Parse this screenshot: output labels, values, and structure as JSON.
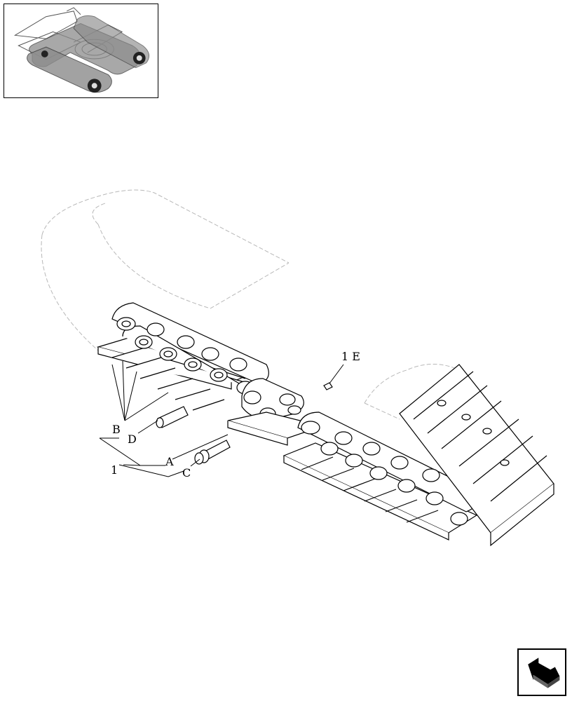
{
  "callouts": {
    "ref_1e": "1 E",
    "ref_b": "B",
    "ref_d": "D",
    "ref_1": "1",
    "ref_a": "A",
    "ref_c": "C"
  },
  "nav": {
    "icon": "return-arrow-icon"
  },
  "colors": {
    "line": "#000000",
    "ghost": "#b8b8b8",
    "highlight": "#8c8c8c"
  }
}
